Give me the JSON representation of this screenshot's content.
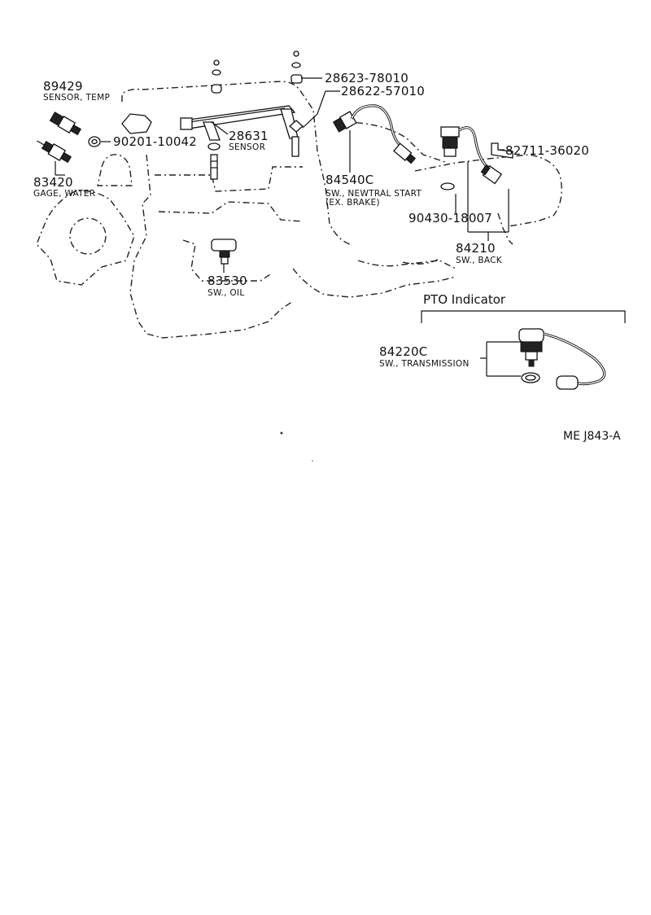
{
  "parts": {
    "p89429": {
      "number": "89429",
      "desc": "SENSOR, TEMP"
    },
    "p83420": {
      "number": "83420",
      "desc": "GAGE, WATER"
    },
    "p90201": {
      "number": "90201-10042"
    },
    "p28631": {
      "number": "28631",
      "desc": "SENSOR"
    },
    "p28623": {
      "number": "28623-78010"
    },
    "p28622": {
      "number": "28622-57010"
    },
    "p84540": {
      "number": "84540C",
      "desc": "SW., NEWTRAL START",
      "note": "(EX. BRAKE)"
    },
    "p82711": {
      "number": "82711-36020"
    },
    "p90430": {
      "number": "90430-18007"
    },
    "p84210": {
      "number": "84210",
      "desc": "SW., BACK"
    },
    "p83530": {
      "number": "83530",
      "desc": "SW., OIL"
    },
    "p84220": {
      "number": "84220C",
      "desc": "SW., TRANSMISSION"
    }
  },
  "pto_group": {
    "heading": "PTO Indicator"
  },
  "drawing_ref": "ME J843-A"
}
